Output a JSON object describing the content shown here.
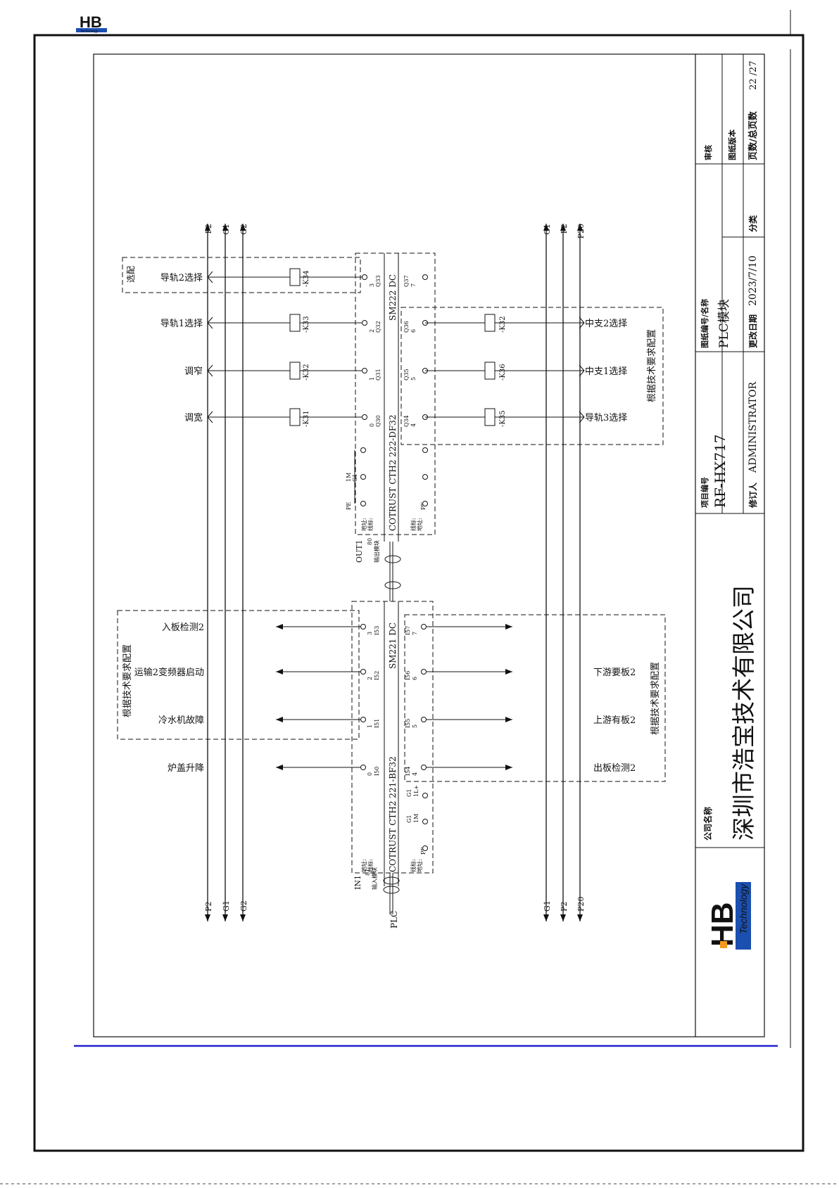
{
  "header": {
    "logo_text": "HB",
    "logo_sub": "Technology"
  },
  "rails_left": [
    "P2",
    "G1",
    "G2"
  ],
  "rails_right": [
    "G1",
    "P2",
    "P20"
  ],
  "output_module": {
    "group_option": "选配",
    "config_note": "根据技术要求配置",
    "module_name": "SM222 DC",
    "module_model": "COTRUST CTH2 222-DF32",
    "module_tag": "OUT1",
    "module_addr": "80",
    "module_kind": "输出模块",
    "addr_label": "地址:",
    "wire_label": "线标:",
    "terminal_pe": "PE",
    "terminal_1m": "1M",
    "terminal_g1": "G1",
    "left_outputs": [
      {
        "label": "导轨2选择",
        "relay": "-K34",
        "addr": "Q33",
        "pin": "3"
      },
      {
        "label": "导轨1选择",
        "relay": "-K33",
        "addr": "Q32",
        "pin": "2"
      },
      {
        "label": "调窄",
        "relay": "-K32",
        "addr": "Q31",
        "pin": "1"
      },
      {
        "label": "调宽",
        "relay": "-K31",
        "addr": "Q30",
        "pin": "0"
      }
    ],
    "right_outputs": [
      {
        "label": "",
        "relay": "",
        "addr": "Q37",
        "pin": "7"
      },
      {
        "label": "中支2选择",
        "relay": "-K32",
        "addr": "Q36",
        "pin": "6"
      },
      {
        "label": "中支1选择",
        "relay": "-K36",
        "addr": "Q35",
        "pin": "5"
      },
      {
        "label": "导轨3选择",
        "relay": "-K35",
        "addr": "Q34",
        "pin": "4"
      }
    ]
  },
  "input_module": {
    "config_note_left": "根据技术要求配置",
    "config_note_right": "根据技术要求配置",
    "module_name": "SM221 DC",
    "module_model": "COTRUST CTH2 221-BF32",
    "module_tag": "IN1",
    "module_addr": "81",
    "module_kind": "输入模块",
    "plc_label": "PLC",
    "terminal_1l": "1L+",
    "left_inputs": [
      {
        "label": "入板检测2",
        "addr": "I53",
        "pin": "3"
      },
      {
        "label": "运输2变频器启动",
        "addr": "I52",
        "pin": "2"
      },
      {
        "label": "冷水机故障",
        "addr": "I51",
        "pin": "1"
      },
      {
        "label": "炉盖升降",
        "addr": "I50",
        "pin": "0"
      }
    ],
    "right_inputs": [
      {
        "label": "",
        "addr": "I57",
        "pin": "7"
      },
      {
        "label": "下游要板2",
        "addr": "I56",
        "pin": "6"
      },
      {
        "label": "上游有板2",
        "addr": "I55",
        "pin": "5"
      },
      {
        "label": "出板检测2",
        "addr": "I54",
        "pin": "4"
      }
    ]
  },
  "title_block": {
    "company_label": "公司名称",
    "company_name": "深圳市浩宝技术有限公司",
    "project_label": "项目编号",
    "project_number": "RF-HX717",
    "drawing_label": "图纸编号/名称",
    "drawing_name": "PLC模块",
    "reviser_label": "修订人",
    "reviser": "ADMINISTRATOR",
    "date_label": "更改日期",
    "date": "2023/7/10",
    "category_label": "分类",
    "review_label": "审核",
    "version_label": "图纸版本",
    "page_label": "页数/总页数",
    "page": "22 /27",
    "logo_text": "HB",
    "logo_sub": "Technology"
  },
  "colors": {
    "line": "#111111",
    "accent": "#1b4fb0",
    "divider": "#2222cc",
    "logo_orange": "#f39a1e"
  }
}
